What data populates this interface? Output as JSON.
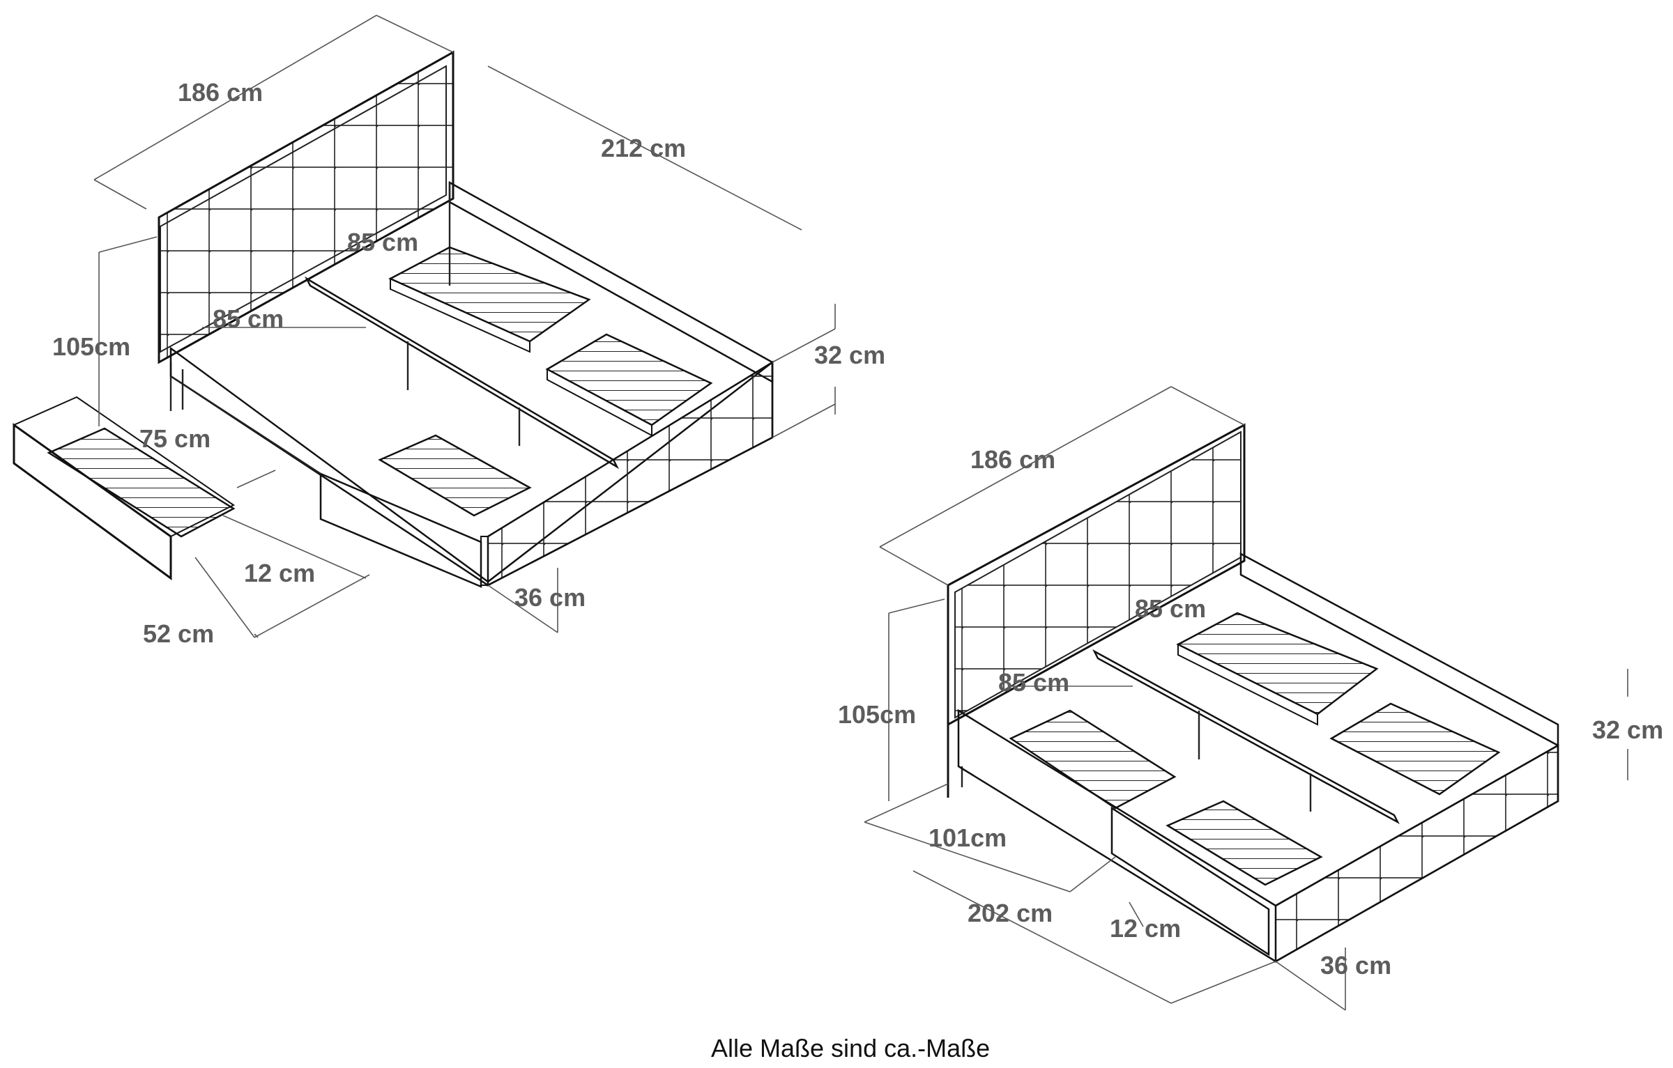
{
  "left_bed": {
    "headboard_width": "186 cm",
    "length": "212 cm",
    "drawer_length_back": "85 cm",
    "drawer_length_mid": "85 cm",
    "headboard_height": "105cm",
    "side_height": "32 cm",
    "drawer_width": "75 cm",
    "drawer_height": "12 cm",
    "drawer_depth": "52 cm",
    "frame_height": "36 cm"
  },
  "right_bed": {
    "headboard_width": "186 cm",
    "drawer_length_back": "85 cm",
    "drawer_length_mid": "85 cm",
    "headboard_height": "105cm",
    "side_height": "32 cm",
    "half_length": "101cm",
    "length": "202 cm",
    "drawer_height": "12 cm",
    "frame_height": "36 cm"
  },
  "caption": "Alle Maße sind ca.-Maße"
}
